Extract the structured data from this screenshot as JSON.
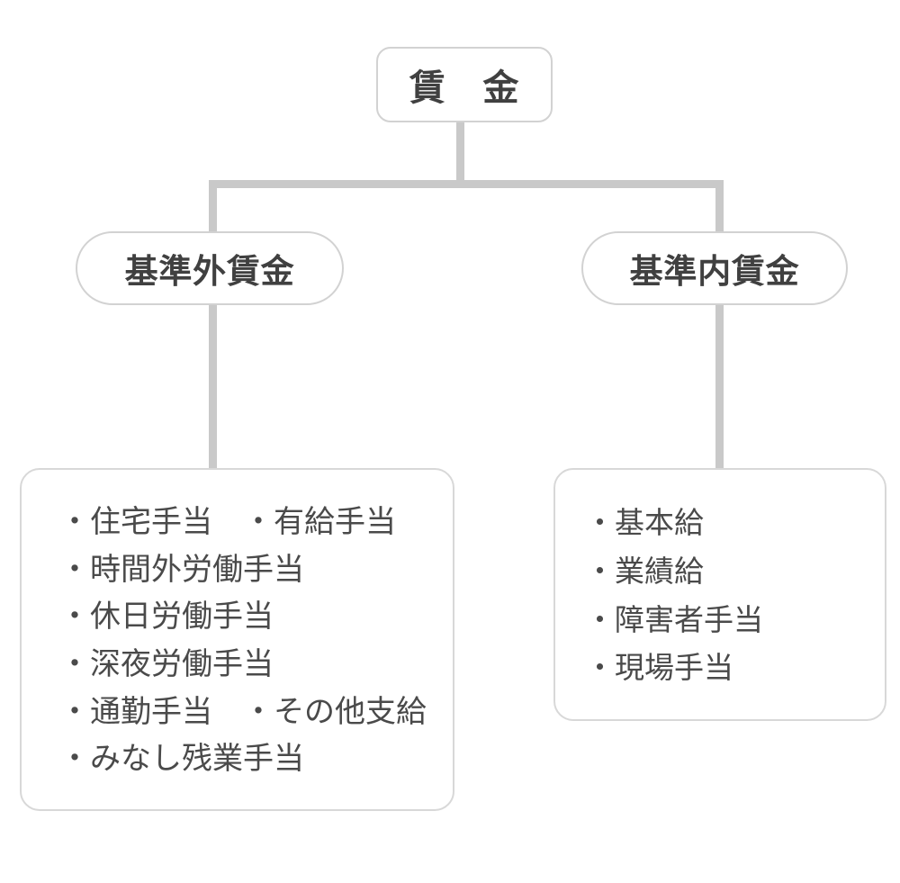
{
  "diagram": {
    "type": "hierarchy-tree",
    "orientation": "top-down",
    "colors": {
      "connector": "#c9c9c9",
      "node_border": "#d2d2d2",
      "leaf_border": "#d8d8d8",
      "text": "#404040",
      "leaf_text": "#4a4a4a",
      "background": "#ffffff"
    },
    "root": {
      "label": "賃　金"
    },
    "branches": [
      {
        "label": "基準外賃金",
        "items": [
          "・住宅手当　・有給手当",
          "・時間外労働手当",
          "・休日労働手当",
          "・深夜労働手当",
          "・通勤手当　・その他支給",
          "・みなし残業手当"
        ]
      },
      {
        "label": "基準内賃金",
        "items": [
          "・基本給",
          "・業績給",
          "・障害者手当",
          "・現場手当"
        ]
      }
    ]
  }
}
